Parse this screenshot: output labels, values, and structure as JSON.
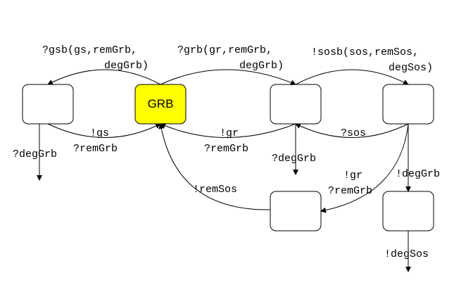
{
  "colors": {
    "active_state": "#ffff00",
    "state_fill": "#ffffff",
    "stroke": "#000000"
  },
  "states": {
    "grb": {
      "label": "GRB",
      "active": true
    }
  },
  "labels": {
    "gsb_call_1": "?gsb(gs,remGrb,",
    "gsb_call_2": "degGrb)",
    "grb_call_1": "?grb(gr,remGrb,",
    "grb_call_2": "degGrb)",
    "sosb_call_1": "!sosb(sos,remSos,",
    "sosb_call_2": "degSos)",
    "gs_reply": "!gs",
    "gs_rem": "?remGrb",
    "gr_reply": "!gr",
    "gr_rem": "?remGrb",
    "sos_reply": "?sos",
    "deg_grb_left": "?degGrb",
    "deg_grb_mid": "?degGrb",
    "deg_grb_right": "!degGrb",
    "gr_reply_2": "!gr",
    "gr_rem_2": "?remGrb",
    "rem_sos": "!remSos",
    "deg_sos": "!degSos"
  }
}
